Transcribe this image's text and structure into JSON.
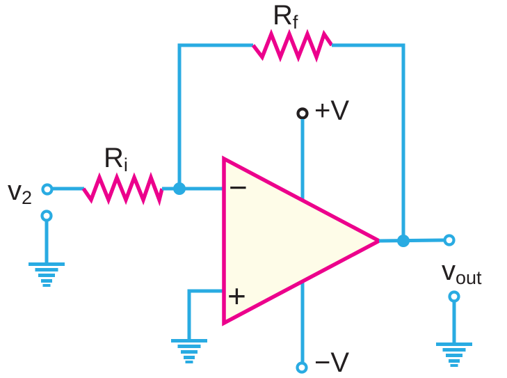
{
  "colors": {
    "wire": "#29ABE2",
    "component": "#EC008C",
    "opamp-fill": "#FEFCE8",
    "ink": "#231F20",
    "supply-terminal-ring": "#231F20"
  },
  "labels": {
    "feedback_resistor": {
      "main": "R",
      "sub": "f"
    },
    "input_resistor": {
      "main": "R",
      "sub": "i"
    },
    "input_source": {
      "main": "v",
      "sub": "2"
    },
    "positive_supply": "+V",
    "negative_supply": "−V",
    "output": {
      "main": "v",
      "sub": "out"
    },
    "opamp": {
      "inverting": "−",
      "noninverting": "+"
    }
  }
}
